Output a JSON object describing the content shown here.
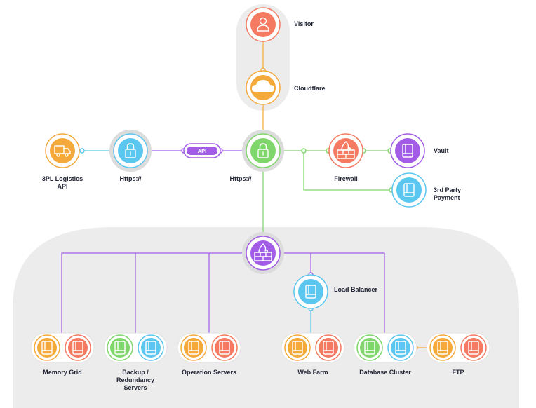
{
  "nodes": {
    "visitor": {
      "label": "Visitor",
      "icon": "user-icon",
      "color": "#f47a62"
    },
    "cloudflare": {
      "label": "Cloudflare",
      "icon": "cloud-icon",
      "color": "#f5a93a"
    },
    "logistics_api": {
      "label": "3PL Logistics\nAPI",
      "icon": "truck-icon",
      "color": "#f5a93a"
    },
    "https_left": {
      "label": "Https://",
      "icon": "lock-icon",
      "color": "#5bc6ef"
    },
    "api_pill": {
      "label": "API",
      "color": "#a25ce6"
    },
    "https_center": {
      "label": "Https://",
      "icon": "lock-icon",
      "color": "#7fd66a"
    },
    "firewall_top": {
      "label": "Firewall",
      "icon": "firewall-icon",
      "color": "#f47a62"
    },
    "vault": {
      "label": "Vault",
      "icon": "server-icon",
      "color": "#a25ce6"
    },
    "third_party_payment": {
      "label": "3rd Party\nPayment",
      "icon": "server-icon",
      "color": "#5bc6ef"
    },
    "firewall_main": {
      "icon": "firewall-icon",
      "color": "#a25ce6"
    },
    "load_balancer": {
      "label": "Load Balancer",
      "icon": "server-icon",
      "color": "#5bc6ef"
    }
  },
  "server_groups": [
    {
      "label": "Memory Grid",
      "colors": [
        "#f5a93a",
        "#f47a62"
      ]
    },
    {
      "label": "Backup /\nRedundancy\nServers",
      "colors": [
        "#7fd66a",
        "#5bc6ef"
      ]
    },
    {
      "label": "Operation Servers",
      "colors": [
        "#f5a93a",
        "#f47a62"
      ]
    },
    {
      "label": "Web Farm",
      "colors": [
        "#f5a93a",
        "#f47a62"
      ]
    },
    {
      "label": "Database Cluster",
      "colors": [
        "#7fd66a",
        "#5bc6ef"
      ]
    },
    {
      "label": "FTP",
      "colors": [
        "#f5a93a",
        "#f47a62"
      ]
    }
  ],
  "colors": {
    "zone_gray": "#ececec",
    "halo_gray": "#dcdcdc",
    "orange": "#f5a93a",
    "coral": "#f47a62",
    "purple": "#a25ce6",
    "green": "#7fd66a",
    "blue": "#5bc6ef",
    "text": "#1f2233"
  }
}
